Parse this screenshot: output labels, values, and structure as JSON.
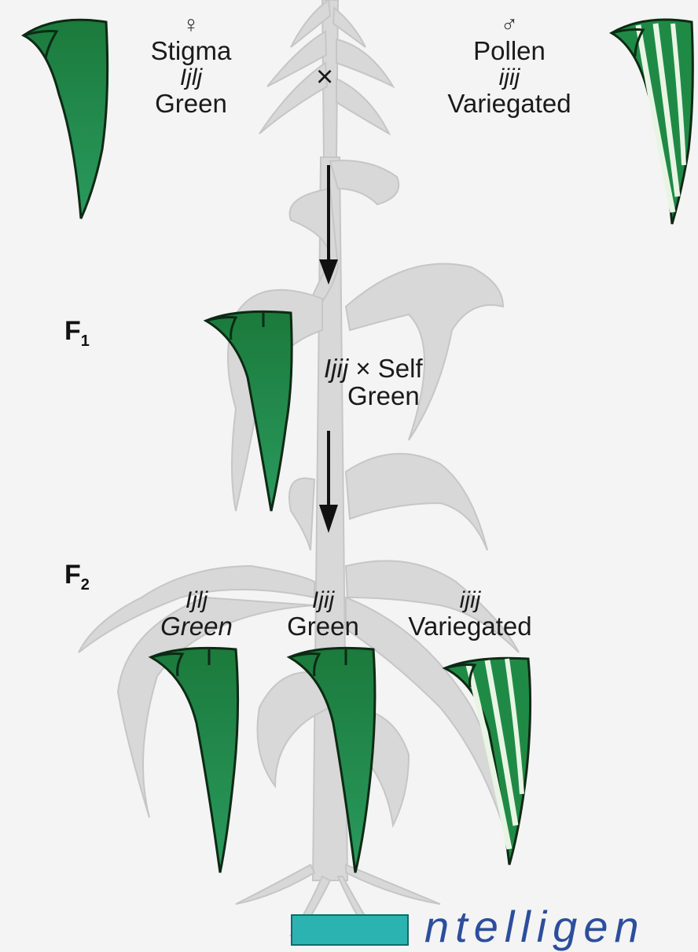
{
  "parents": {
    "female": {
      "symbol": "♀",
      "part": "Stigma",
      "genotype": "Ijlj",
      "phenotype": "Green"
    },
    "cross_symbol": "×",
    "male": {
      "symbol": "♂",
      "part": "Pollen",
      "genotype": "ijij",
      "phenotype": "Variegated"
    }
  },
  "f1": {
    "label": "F",
    "sub": "1",
    "genotype": "Ijij",
    "cross": "× Self",
    "phenotype": "Green"
  },
  "f2": {
    "label": "F",
    "sub": "2",
    "offspring": [
      {
        "genotype": "Ijlj",
        "phenotype": "Green"
      },
      {
        "genotype": "Ijij",
        "phenotype": "Green"
      },
      {
        "genotype": "ijij",
        "phenotype": "Variegated"
      }
    ]
  },
  "footer": {
    "text": "ntelligen"
  },
  "colors": {
    "leaf_green": "#1f8a46",
    "leaf_edge": "#0d2a14",
    "stripe": "#e9f5e4",
    "plant_gray": "#d6d6d6",
    "footer_box": "#2bb3b1",
    "footer_text": "#2c4e9c"
  }
}
